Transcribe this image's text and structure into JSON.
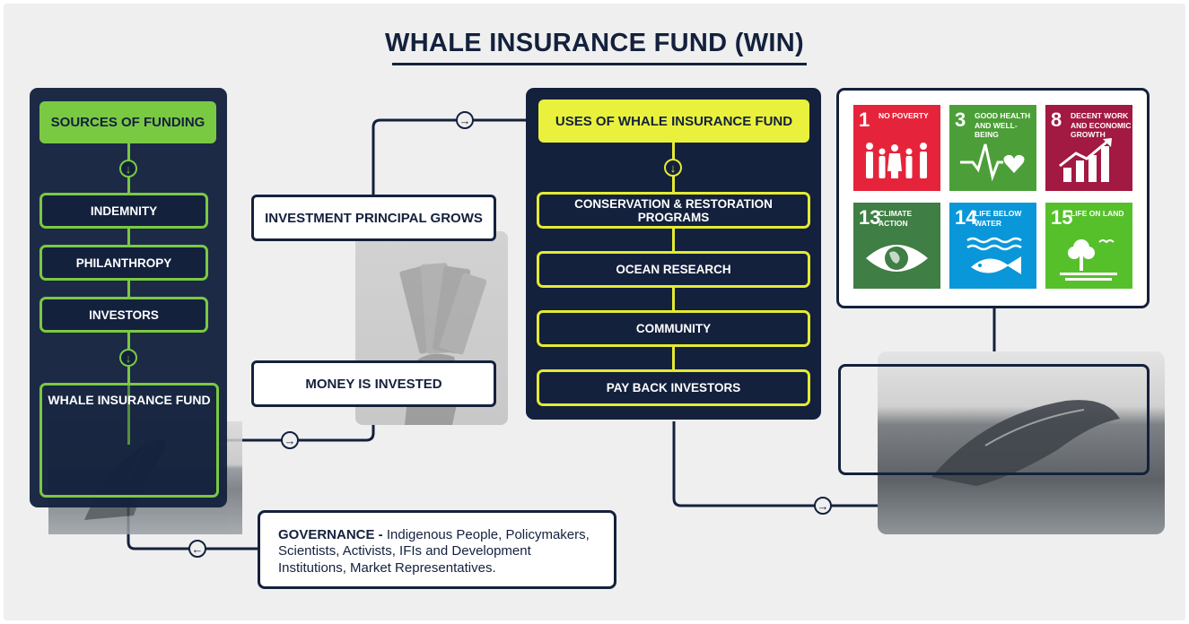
{
  "title": "WHALE INSURANCE FUND (WIN)",
  "sources": {
    "header": "SOURCES OF FUNDING",
    "items": [
      "INDEMNITY",
      "PHILANTHROPY",
      "INVESTORS"
    ],
    "fund_label": "WHALE INSURANCE FUND"
  },
  "investment": {
    "grows": "INVESTMENT PRINCIPAL GROWS",
    "invested": "MONEY IS INVESTED"
  },
  "uses": {
    "header": "USES OF WHALE INSURANCE FUND",
    "items": [
      "CONSERVATION & RESTORATION PROGRAMS",
      "OCEAN RESEARCH",
      "COMMUNITY",
      "PAY BACK INVESTORS"
    ]
  },
  "governance": {
    "label": "GOVERNANCE -",
    "text": " Indigenous People, Policymakers, Scientists, Activists, IFIs and Development Institutions, Market Representatives."
  },
  "sdgs": [
    {
      "num": "1",
      "label": "NO POVERTY",
      "color": "#e5243b",
      "icon": "family-icon"
    },
    {
      "num": "3",
      "label": "GOOD HEALTH AND WELL-BEING",
      "color": "#4c9f38",
      "icon": "heartbeat-icon"
    },
    {
      "num": "8",
      "label": "DECENT WORK AND ECONOMIC GROWTH",
      "color": "#a21942",
      "icon": "growth-chart-icon"
    },
    {
      "num": "13",
      "label": "CLIMATE ACTION",
      "color": "#3f7e44",
      "icon": "eye-globe-icon"
    },
    {
      "num": "14",
      "label": "LIFE BELOW WATER",
      "color": "#0a97d9",
      "icon": "fish-icon"
    },
    {
      "num": "15",
      "label": "LIFE ON LAND",
      "color": "#56c02b",
      "icon": "tree-icon"
    }
  ],
  "colors": {
    "navy": "#14213d",
    "green": "#7ac943",
    "yellow": "#e4ea33",
    "background": "#efefef"
  }
}
